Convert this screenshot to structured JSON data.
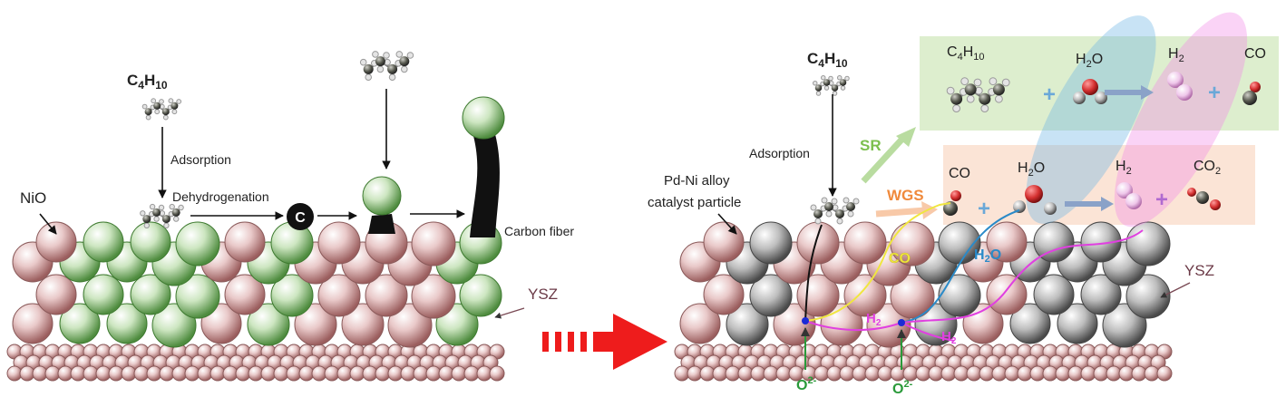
{
  "left_panel": {
    "fuel": {
      "base": "C",
      "sub1": "4",
      "mid": "H",
      "sub2": "10"
    },
    "adsorption": "Adsorption",
    "dehydrogenation": "Dehydrogenation",
    "carbon_symbol": "C",
    "nio": "NiO",
    "carbon_fiber": "Carbon fiber",
    "ysz": "YSZ"
  },
  "right_panel": {
    "fuel": {
      "base": "C",
      "sub1": "4",
      "mid": "H",
      "sub2": "10"
    },
    "adsorption": "Adsorption",
    "catalyst_line1": "Pd-Ni alloy",
    "catalyst_line2": "catalyst particle",
    "ysz": "YSZ",
    "path_co": "CO",
    "path_h2o": {
      "base": "H",
      "sub": "2",
      "rest": "O"
    },
    "path_h2": {
      "base": "H",
      "sub": "2"
    },
    "oxygen_ion": {
      "base": "O",
      "sup": "2-"
    },
    "sr_reaction": {
      "label": "SR",
      "reactant1": {
        "base": "C",
        "sub1": "4",
        "mid": "H",
        "sub2": "10"
      },
      "reactant2": {
        "base": "H",
        "sub": "2",
        "rest": "O"
      },
      "product1": {
        "base": "H",
        "sub": "2"
      },
      "product2": "CO"
    },
    "wgs_reaction": {
      "label": "WGS",
      "reactant1": "CO",
      "reactant2": {
        "base": "H",
        "sub": "2",
        "rest": "O"
      },
      "product1": {
        "base": "H",
        "sub": "2"
      },
      "product2": {
        "base": "CO",
        "sub": "2"
      }
    },
    "plus": "+"
  },
  "colors": {
    "ysz": "#c89a9a",
    "nio": "#8fc080",
    "alloy": "#c4c4c4",
    "sr": "#9ccf7a",
    "wgs": "#f08a3c",
    "co_path": "#e8e23a",
    "h2o_path": "#2a8ac8",
    "h2_path": "#e040e0",
    "oxygen_ion": "#2a9a3a",
    "arrow": "#ee1c1c"
  }
}
